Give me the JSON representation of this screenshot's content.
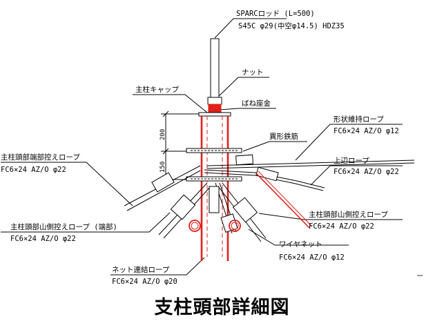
{
  "title": "支柱頭部詳細図",
  "colors": {
    "line": "#000000",
    "accent": "#e0201a"
  },
  "labels": {
    "sparc_rod": "SPARCロッド (L=500)",
    "sparc_rod_spec": "S45C φ29(中空φ14.5) HDZ35",
    "nut": "ナット",
    "cap": "主柱キャップ",
    "spring_washer": "ばね座金",
    "shape_rope": "形状維持ロープ",
    "shape_rope_spec": "FC6×24 AZ/O φ12",
    "rebar": "異形鉄筋",
    "top_rope": "上辺ロープ",
    "top_rope_spec": "FC6×24 AZ/O φ22",
    "head_end_rope": "主柱頭部端部控えロープ",
    "head_end_rope_spec": "FC6×24 AZ/O φ22",
    "head_side_rope_end": "主柱頭部山側控えロープ (端部)",
    "head_side_rope_end_spec": "FC6×24 AZ/O φ22",
    "head_side_rope": "主柱頭部山側控えロープ",
    "head_side_rope_spec": "FC6×24 AZ/O φ22",
    "wire_net": "ワイヤネット",
    "wire_net_spec": "FC6×24 AZ/O φ12",
    "net_rope": "ネット連結ロープ",
    "net_rope_spec": "FC6×24 AZ/O φ20"
  },
  "dimensions": {
    "upper": "200",
    "lower": "150"
  }
}
